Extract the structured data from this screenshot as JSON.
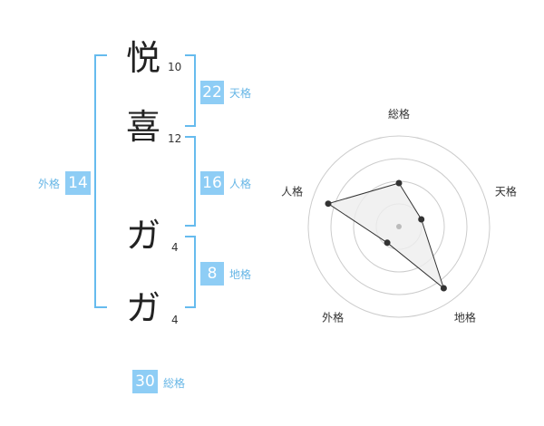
{
  "name_chars": [
    {
      "char": "悦",
      "strokes": "10"
    },
    {
      "char": "喜",
      "strokes": "12"
    },
    {
      "char": "ガ",
      "strokes": "4"
    },
    {
      "char": "ガ",
      "strokes": "4"
    }
  ],
  "fortunes": {
    "tenkaku": {
      "value": "22",
      "label": "天格"
    },
    "jinkaku": {
      "value": "16",
      "label": "人格"
    },
    "chikaku": {
      "value": "8",
      "label": "地格"
    },
    "gaikaku": {
      "value": "14",
      "label": "外格"
    },
    "soukaku": {
      "value": "30",
      "label": "総格"
    }
  },
  "chart_data": {
    "type": "radar",
    "axes": [
      "総格",
      "天格",
      "地格",
      "外格",
      "人格"
    ],
    "values": [
      2.4,
      1.3,
      4.2,
      1.1,
      4.1
    ],
    "max": 5,
    "rings": 4,
    "colors": {
      "fill": "#eeeeee",
      "stroke": "#333333",
      "ring": "#cccccc",
      "center": "#bbbbbb"
    }
  },
  "colors": {
    "accent": "#8ecdf5",
    "bracket": "#66bbee",
    "label": "#66b6e6"
  }
}
